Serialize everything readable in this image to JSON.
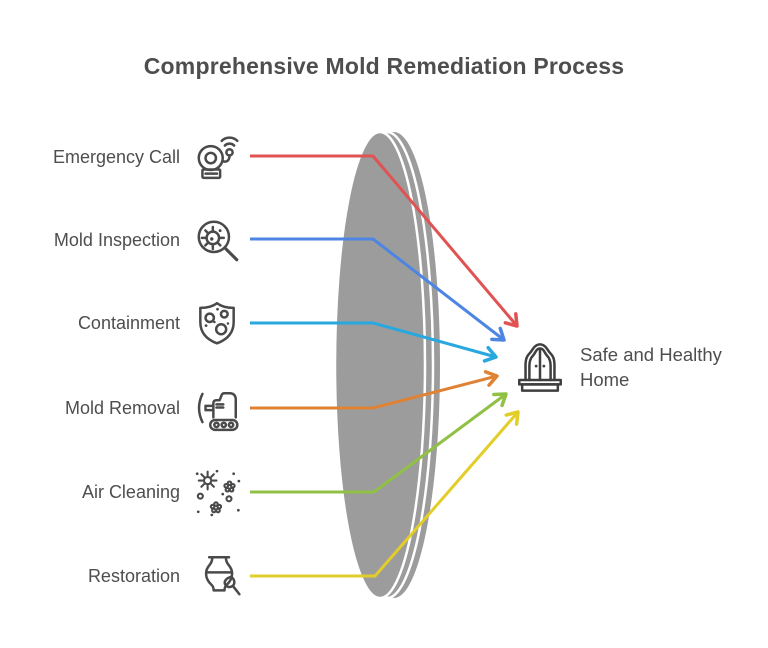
{
  "title": "Comprehensive Mold Remediation Process",
  "steps": [
    {
      "label": "Emergency Call",
      "icon": "alarm-bell-icon",
      "color": "#e15252"
    },
    {
      "label": "Mold Inspection",
      "icon": "mold-spore-magnifier-icon",
      "color": "#4d86e2"
    },
    {
      "label": "Containment",
      "icon": "containment-shield-icon",
      "color": "#29a8e0"
    },
    {
      "label": "Mold Removal",
      "icon": "removal-machine-icon",
      "color": "#e08234"
    },
    {
      "label": "Air Cleaning",
      "icon": "air-particles-icon",
      "color": "#90c044"
    },
    {
      "label": "Restoration",
      "icon": "vase-brush-icon",
      "color": "#e3cd29"
    }
  ],
  "outcome": {
    "label": "Safe and Healthy Home",
    "icon": "safe-home-icon"
  },
  "colors": {
    "title_text": "#4e4e4e",
    "label_text": "#4e4e4e",
    "icon_stroke": "#4a4a4a",
    "outcome_icon_stroke": "#3f3f3f",
    "lens_fill": "#9c9c9c",
    "background": "#ffffff"
  }
}
